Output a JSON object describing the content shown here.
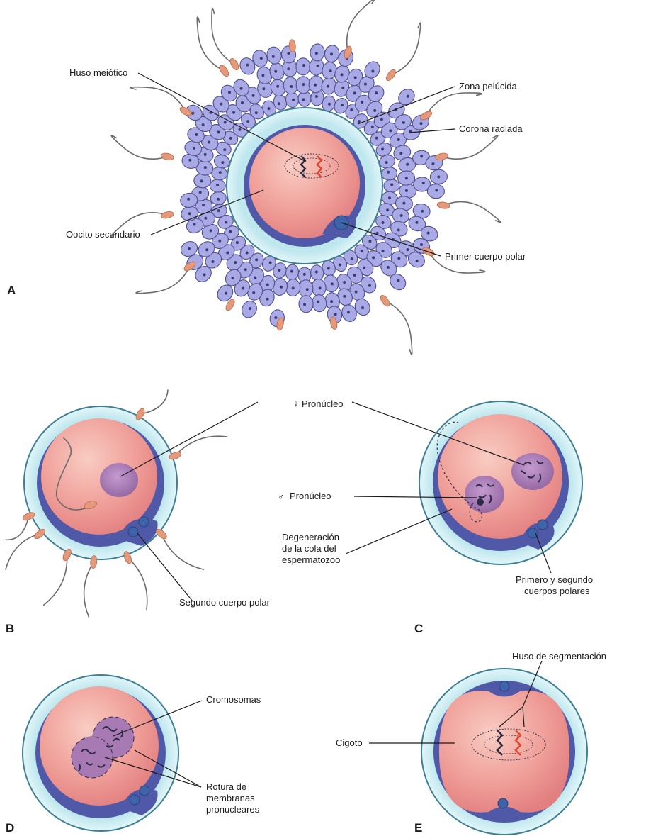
{
  "panels": {
    "A": {
      "letter": "A",
      "labels": {
        "huso": "Huso meiótico",
        "zona": "Zona pelúcida",
        "corona": "Corona radiada",
        "oocito": "Oocito secundario",
        "cuerpo": "Primer cuerpo polar"
      }
    },
    "B": {
      "letter": "B",
      "labels": {
        "segundo": "Segundo cuerpo polar"
      }
    },
    "C": {
      "letter": "C",
      "labels": {
        "fem_symbol": "♀",
        "fem": "Pronúcleo",
        "masc_symbol": "♂",
        "masc": "Pronúcleo",
        "degen_1": "Degeneración",
        "degen_2": "de la cola del",
        "degen_3": "espermatozoo",
        "polares_1": "Primero y segundo",
        "polares_2": "cuerpos polares"
      }
    },
    "D": {
      "letter": "D",
      "labels": {
        "cromosomas": "Cromosomas",
        "rotura_1": "Rotura de",
        "rotura_2": "membranas",
        "rotura_3": "pronucleares"
      }
    },
    "E": {
      "letter": "E",
      "labels": {
        "huso_seg": "Huso de segmentación",
        "cigoto": "Cigoto"
      }
    }
  },
  "colors": {
    "zona": "#c9ecf0",
    "zona_edge": "#3f7f96",
    "membrane": "#5058a8",
    "cytoplasm": "#ef9e98",
    "cytoplasm_light": "#f6c4bb",
    "pronucleus": "#a77ab4",
    "chromosome_dark": "#2c2c44",
    "chromosome_red": "#e0452e",
    "sperm_head": "#e49a7a",
    "corona_cell": "#a9a9e6"
  }
}
